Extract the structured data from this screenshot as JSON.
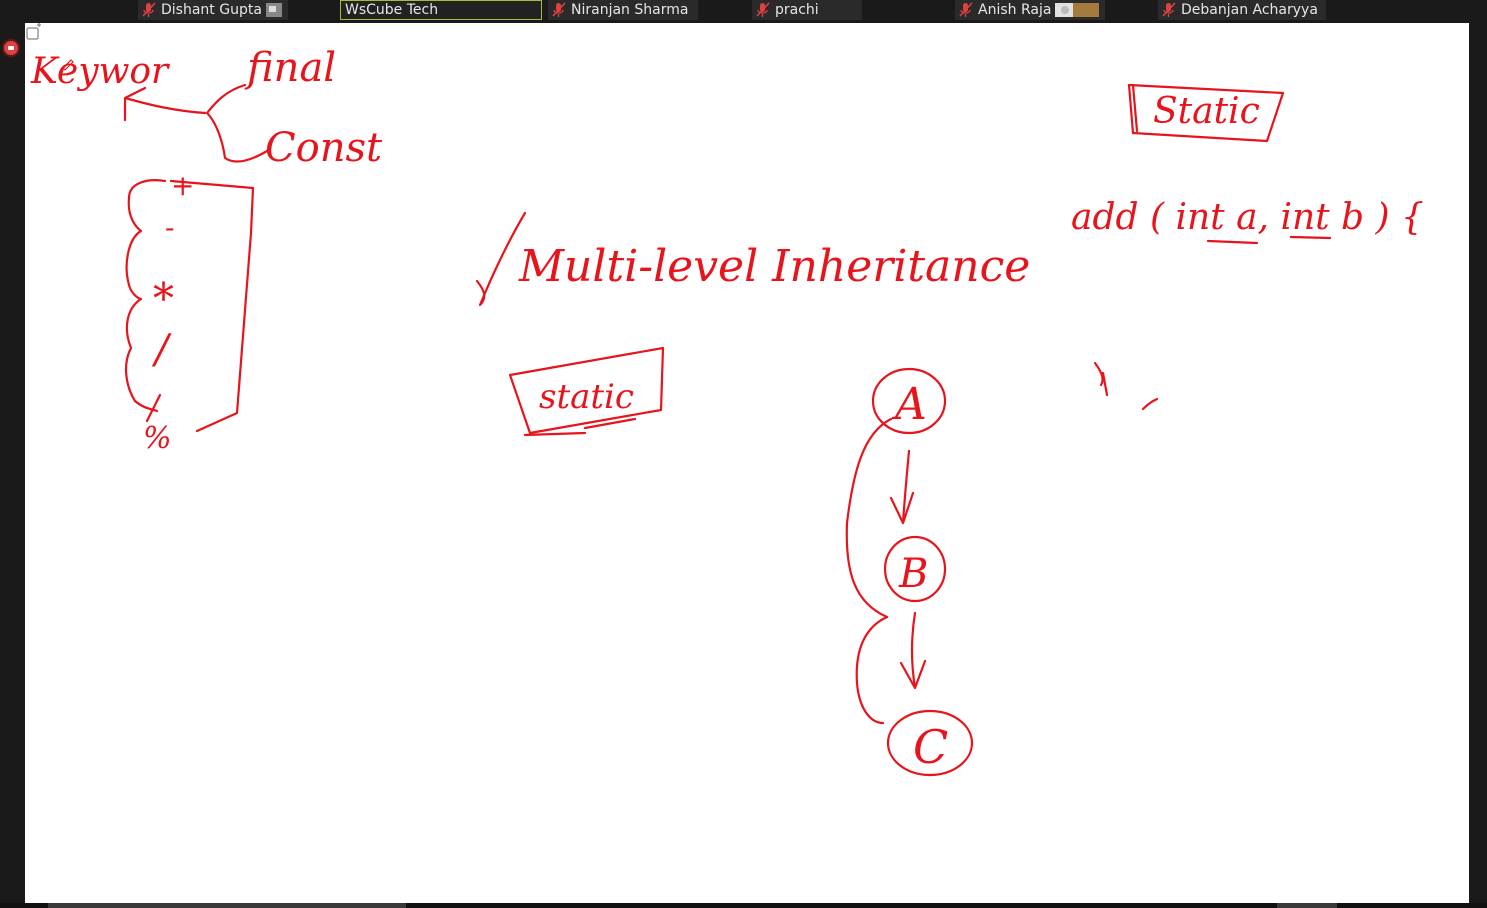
{
  "participants": [
    {
      "name": "Dishant Gupta",
      "muted": true,
      "active": false,
      "has_thumb": true
    },
    {
      "name": "WsCube Tech",
      "muted": false,
      "active": true,
      "has_thumb": false
    },
    {
      "name": "Niranjan Sharma",
      "muted": true,
      "active": false,
      "has_thumb": false
    },
    {
      "name": "prachi",
      "muted": true,
      "active": false,
      "has_thumb": false
    },
    {
      "name": "Anish Raja",
      "muted": true,
      "active": false,
      "has_thumb": true
    },
    {
      "name": "Debanjan Acharyya",
      "muted": true,
      "active": false,
      "has_thumb": false
    }
  ],
  "colors": {
    "ink": "#e8141c",
    "active_border": "#9fbf3a",
    "muted_mic": "#e04040"
  },
  "whiteboard": {
    "handwriting": {
      "keyword": "Keywor",
      "final": "final",
      "const": "Const",
      "operators": [
        "+",
        "-",
        "*",
        "/",
        "%"
      ],
      "title": "Multi-level Inheritance",
      "static_left": "static",
      "static_right": "Static",
      "add_signature": "add ( int a, int b ) {",
      "classes": [
        "A",
        "B",
        "C"
      ]
    }
  }
}
